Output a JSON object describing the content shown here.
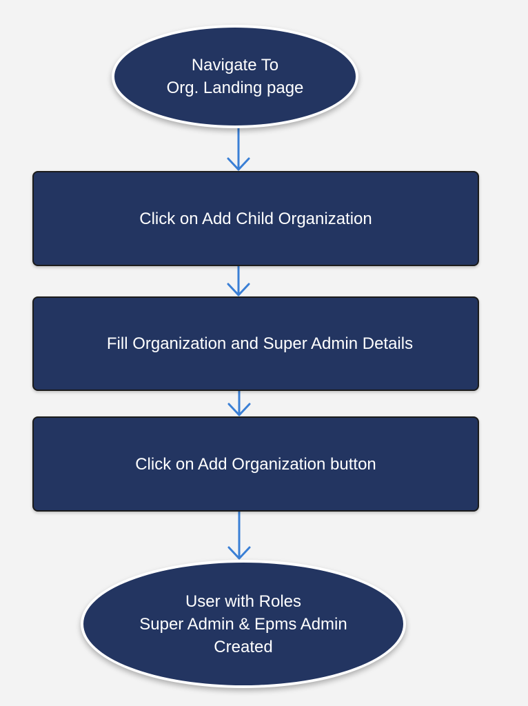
{
  "flowchart": {
    "start_text": "Navigate To\nOrg. Landing page",
    "steps": [
      "Click on Add Child Organization",
      "Fill Organization and Super Admin Details",
      "Click on Add Organization button"
    ],
    "end_text": "User with Roles\nSuper Admin & Epms Admin\nCreated"
  },
  "colors": {
    "background": "#f3f3f3",
    "node_fill": "#233561",
    "node_text": "#ffffff",
    "arrow": "#3a7fd5"
  }
}
